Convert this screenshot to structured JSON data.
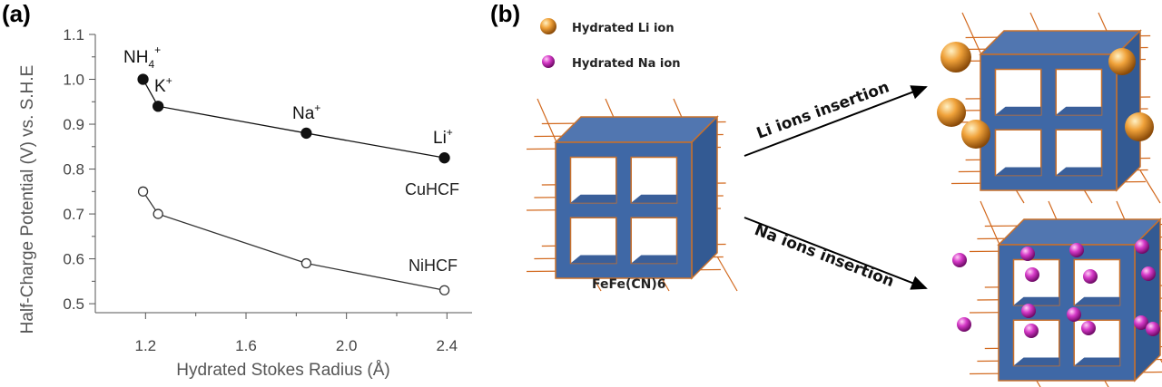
{
  "panel_a": {
    "label": "(a)",
    "chart_data": {
      "type": "line",
      "xlabel": "Hydrated Stokes Radius (Å)",
      "ylabel": "Half-Charge Potential (V) vs. S.H.E",
      "xlim": [
        1.0,
        2.5
      ],
      "ylim": [
        0.48,
        1.1
      ],
      "x_ticks": [
        "1.2",
        "1.6",
        "2.0",
        "2.4"
      ],
      "y_ticks": [
        "0.5",
        "0.6",
        "0.7",
        "0.8",
        "0.9",
        "1.0",
        "1.1"
      ],
      "x_tick_values": [
        1.2,
        1.6,
        2.0,
        2.4
      ],
      "y_tick_values": [
        0.5,
        0.6,
        0.7,
        0.8,
        0.9,
        1.0,
        1.1
      ],
      "series": [
        {
          "name": "CuHCF",
          "marker": "filled",
          "color": "#111111",
          "points": [
            {
              "x": 1.19,
              "y": 1.0
            },
            {
              "x": 1.25,
              "y": 0.94
            },
            {
              "x": 1.84,
              "y": 0.88
            },
            {
              "x": 2.39,
              "y": 0.825
            }
          ]
        },
        {
          "name": "NiHCF",
          "marker": "open",
          "color": "#333333",
          "points": [
            {
              "x": 1.19,
              "y": 0.75
            },
            {
              "x": 1.25,
              "y": 0.7
            },
            {
              "x": 1.84,
              "y": 0.59
            },
            {
              "x": 2.39,
              "y": 0.53
            }
          ]
        }
      ],
      "ion_labels": [
        {
          "base": "NH",
          "sub": "4",
          "sup": "+"
        },
        {
          "base": "K",
          "sub": "",
          "sup": "+"
        },
        {
          "base": "Na",
          "sub": "",
          "sup": "+"
        },
        {
          "base": "Li",
          "sub": "",
          "sup": "+"
        }
      ]
    }
  },
  "panel_b": {
    "label": "(b)",
    "legend": [
      {
        "text": "Hydrated Li ion",
        "color": "#e88a1c"
      },
      {
        "text": "Hydrated Na ion",
        "color": "#c21fb5"
      }
    ],
    "framework_label": "FeFe(CN)6",
    "arrow_top_label": "Li ions insertion",
    "arrow_bottom_label": "Na ions insertion",
    "colors": {
      "cube_front": "#3f68a6",
      "cube_edge": "#c8702c",
      "bond": "#d2691e"
    }
  }
}
